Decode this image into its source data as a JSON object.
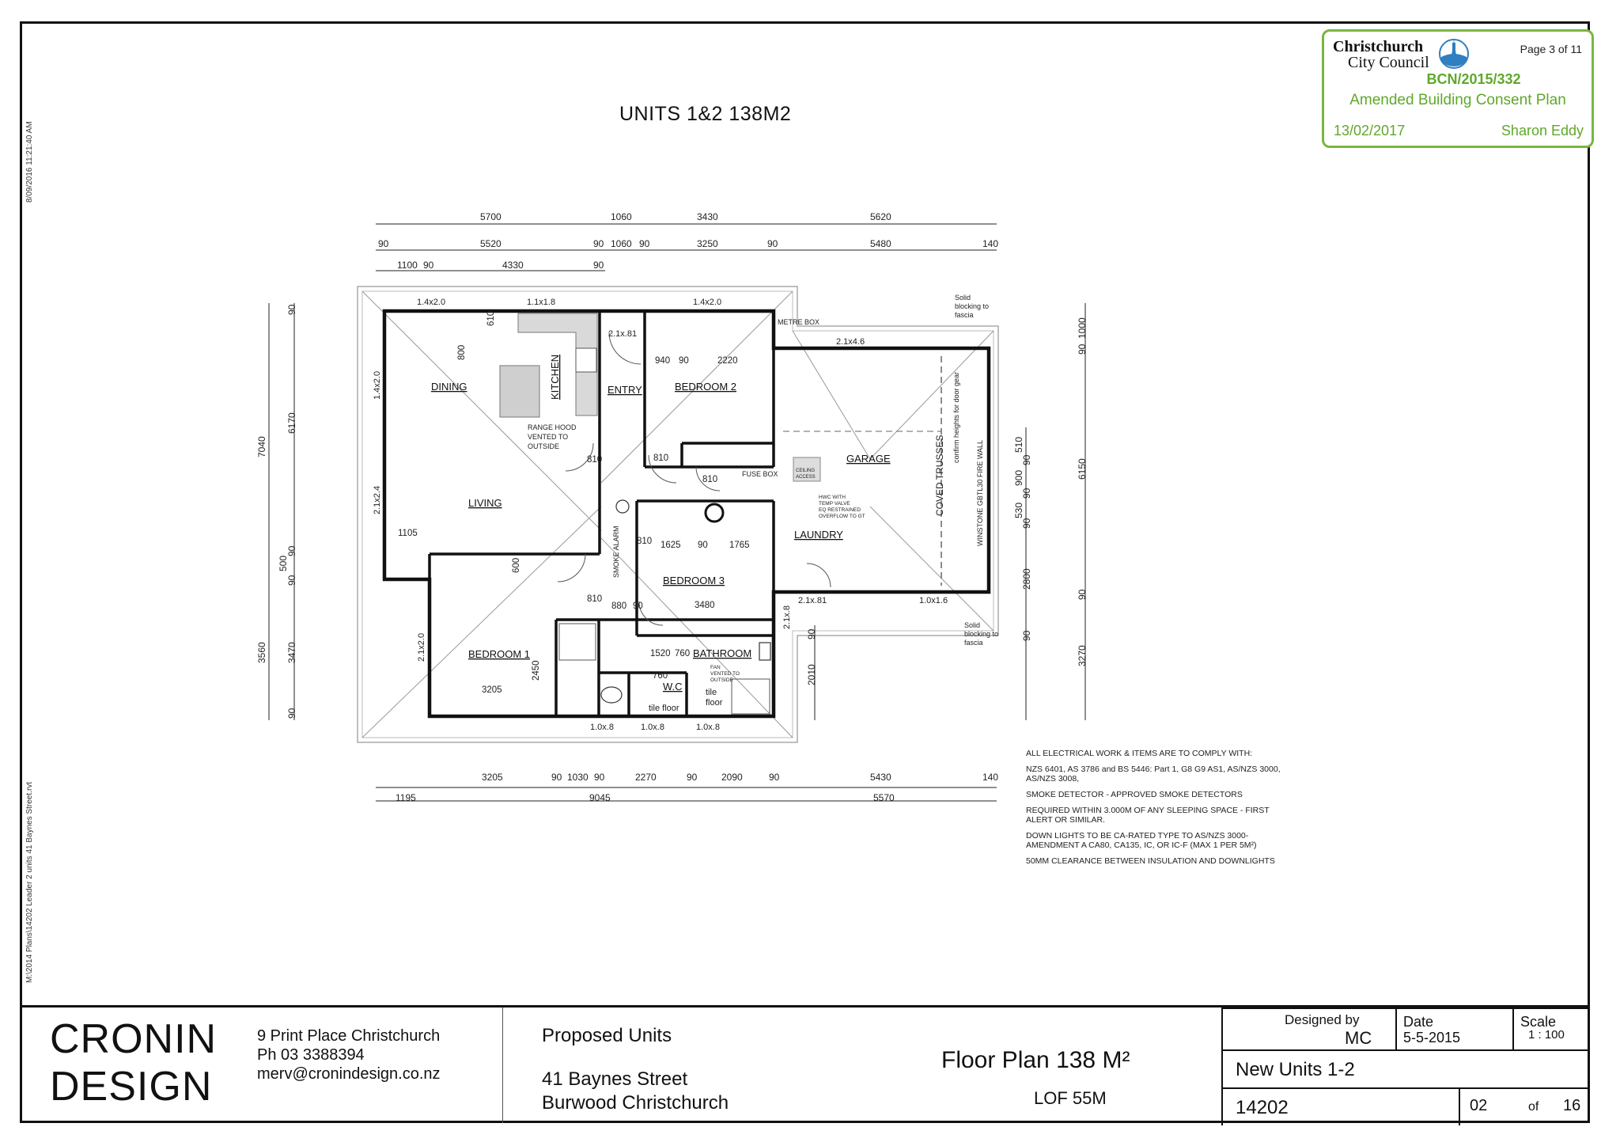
{
  "drawing": {
    "title": "UNITS 1&2 138M2",
    "side_text_top": "8/09/2016 11:21:40 AM",
    "side_text_bottom": "M:\\2014 Plans\\14202 Leader 2 units 41 Baynes Street.rvt"
  },
  "stamp": {
    "council_line1": "Christchurch",
    "council_line2": "City Council",
    "page": "Page 3 of 11",
    "reference": "BCN/2015/332",
    "status": "Amended Building Consent Plan",
    "date": "13/02/2017",
    "officer": "Sharon Eddy",
    "color": "#6db33f"
  },
  "rooms": {
    "dining": "DINING",
    "kitchen": "KITCHEN",
    "entry": "ENTRY",
    "bedroom2": "BEDROOM 2",
    "living": "LIVING",
    "garage": "GARAGE",
    "laundry": "LAUNDRY",
    "bedroom3": "BEDROOM 3",
    "bedroom1": "BEDROOM 1",
    "bathroom": "BATHROOM",
    "wc": "W.C"
  },
  "annotations": {
    "range_hood": [
      "RANGE HOOD",
      "VENTED TO",
      "OUTSIDE"
    ],
    "metre_box": "METRE BOX",
    "fuse_box": "FUSE BOX",
    "ceiling_access": [
      "CEILING",
      "ACCESS"
    ],
    "hwc": [
      "HWC WITH",
      "TEMP VALVE",
      "EQ RESTRAINED",
      "OVERFLOW TO GT"
    ],
    "smoke_alarm": "SMOKE ALARM",
    "coved_trusses": "COVED TRUSSES",
    "door_gear": "confirm heights for door gear",
    "fire_wall": "WINSTONE GBTL30 FIRE WALL",
    "solid_blocking_top": [
      "Solid",
      "blocking to",
      "fascia"
    ],
    "solid_blocking_bottom": [
      "Solid",
      "blocking to",
      "fascia"
    ],
    "fan": [
      "FAN",
      "VENTED TO",
      "OUTSIDE"
    ],
    "tile_floor_wc": "tile floor",
    "tile_floor_bath": [
      "tile",
      "floor"
    ]
  },
  "windows": {
    "w1": "1.4x2.0",
    "w2": "1.1x1.8",
    "w3": "1.4x2.0",
    "w4": "2.1x.81",
    "w5": "2.1x4.6",
    "w6": "1.4x2.0",
    "w7": "2.1x2.4",
    "w8": "2.1x2.0",
    "w9": "2.1x.8",
    "w10": "2.1x.81",
    "w11": "1.0x1.6",
    "w12": "1.0x.8",
    "w13": "1.0x.8",
    "w14": "1.0x.8"
  },
  "interior_dims": {
    "d810a": "810",
    "d810b": "810",
    "d810c": "810",
    "d810d": "810",
    "d810e": "810",
    "d940": "940",
    "d90a": "90",
    "d2220": "2220",
    "d800": "800",
    "d610": "610",
    "d1105": "1105",
    "d600": "600",
    "d1625": "1625",
    "d90b": "90",
    "d1765": "1765",
    "d3480": "3480",
    "d880": "880",
    "d90c": "90",
    "d1520": "1520",
    "d760a": "760",
    "d760b": "760",
    "d2450": "2450",
    "d3205": "3205"
  },
  "top_dims": {
    "row1": [
      "5700",
      "1060",
      "3430",
      "5620"
    ],
    "row2": [
      "90",
      "5520",
      "90",
      "1060",
      "90",
      "3250",
      "90",
      "5480",
      "140"
    ],
    "row3": [
      "1100",
      "90",
      "4330",
      "90"
    ]
  },
  "bottom_dims": {
    "row1": [
      "3205",
      "90",
      "1030",
      "90",
      "2270",
      "90",
      "2090",
      "90",
      "5430",
      "140"
    ],
    "row2": [
      "1195",
      "9045",
      "5570"
    ]
  },
  "left_dims": {
    "outer": [
      "7040",
      "3560"
    ],
    "inner": [
      "90",
      "6170",
      "90",
      "500",
      "90",
      "3470",
      "90"
    ]
  },
  "right_dims": {
    "outer": [
      "90",
      "1000",
      "6150",
      "90",
      "3270"
    ],
    "inner": [
      "510",
      "90",
      "900",
      "90",
      "530",
      "90",
      "2800",
      "90",
      "2010",
      "90"
    ]
  },
  "notes": [
    "ALL ELECTRICAL WORK & ITEMS ARE TO COMPLY WITH:",
    "NZS 6401, AS 3786 and BS 5446: Part 1, G8 G9 AS1, AS/NZS 3000, AS/NZS 3008,",
    "SMOKE DETECTOR - APPROVED SMOKE DETECTORS",
    "REQUIRED WITHIN 3.000M OF ANY SLEEPING SPACE - FIRST ALERT OR SIMILAR.",
    "DOWN LIGHTS TO BE CA-RATED TYPE TO AS/NZS 3000- AMENDMENT A CA80, CA135, IC, OR IC-F (MAX 1 PER 5M²)",
    "50MM CLEARANCE BETWEEN INSULATION AND DOWNLIGHTS"
  ],
  "title_block": {
    "company_line1": "CRONIN",
    "company_line2": "DESIGN",
    "address": "9 Print Place Christchurch",
    "phone": "Ph 03 3388394",
    "email": "merv@cronindesign.co.nz",
    "project": "Proposed Units",
    "street": "41 Baynes Street",
    "suburb": "Burwood Christchurch",
    "sheet_title": "Floor Plan 138 M²",
    "lof": "LOF 55M",
    "designed_by_label": "Designed by",
    "designed_by": "MC",
    "date_label": "Date",
    "date": "5-5-2015",
    "scale_label": "Scale",
    "scale": "1 : 100",
    "job_name": "New Units 1-2",
    "job_number": "14202",
    "sheet": "02",
    "of_label": "of",
    "total_sheets": "16"
  }
}
